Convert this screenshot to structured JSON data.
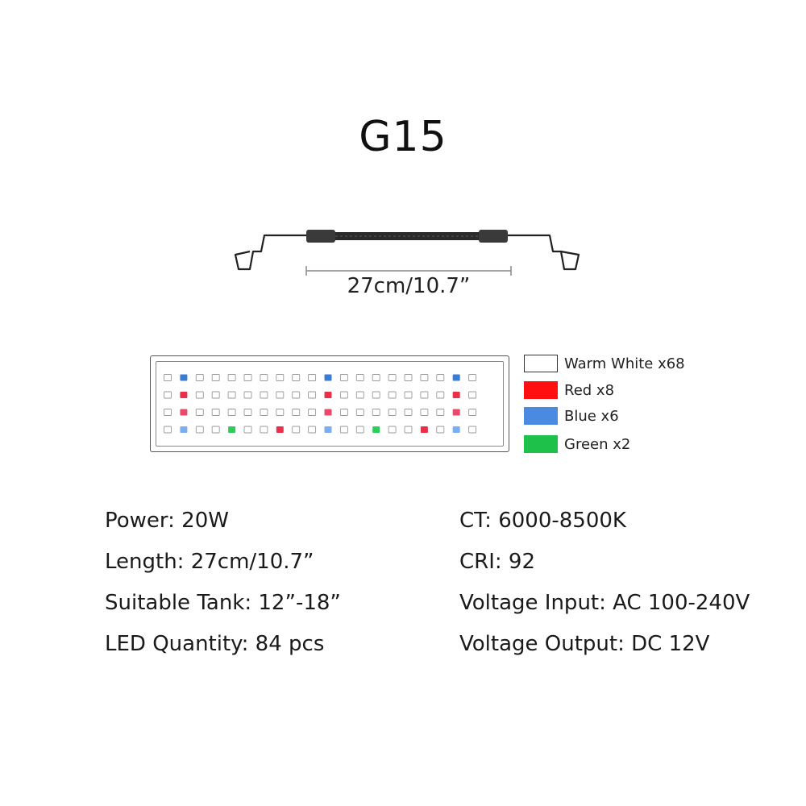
{
  "title": "G15",
  "dimension_label": "27cm/10.7”",
  "legend": [
    {
      "label": "Warm White x68",
      "color": "#ffffff",
      "border": "#333333"
    },
    {
      "label": "Red x8",
      "color": "#ff0f0f",
      "border": "#ff0f0f"
    },
    {
      "label": "Blue x6",
      "color": "#4a8ae0",
      "border": "#4a8ae0"
    },
    {
      "label": "Green x2",
      "color": "#1ec24a",
      "border": "#1ec24a"
    }
  ],
  "led_grid": {
    "rows": 4,
    "columns": 20,
    "colors": {
      "W": "#ffffff",
      "R": "#e8304a",
      "B": "#3a7bd5",
      "G": "#2ecc5a",
      "P": "#e84a6a",
      "L": "#7aaef0"
    },
    "layout": [
      "WBWWWWWWWWBWWWWWWWBW",
      "WRWWWWWWWWRWWWWWWWRW",
      "WPWWWWWWWWPWWWWWWWPW",
      "WLWWGWWRWWLWWGWWRWLW"
    ]
  },
  "specs_left": [
    "Power: 20W",
    "Length: 27cm/10.7”",
    "Suitable Tank: 12”-18”",
    "LED Quantity: 84 pcs"
  ],
  "specs_right": [
    "CT: 6000-8500K",
    "CRI: 92",
    "Voltage Input: AC 100-240V",
    "Voltage Output: DC 12V"
  ]
}
